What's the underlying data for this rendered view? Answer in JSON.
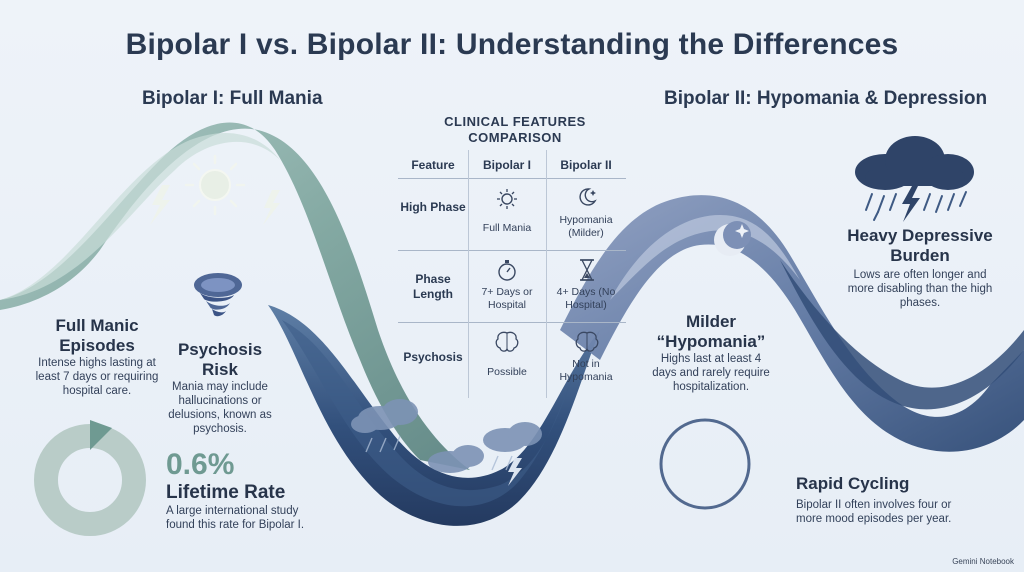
{
  "title": "Bipolar I vs. Bipolar II: Understanding the Differences",
  "left_heading": "Bipolar I: Full Mania",
  "right_heading": "Bipolar II: Hypomania & Depression",
  "table": {
    "title": "CLINICAL FEATURES COMPARISON",
    "headers": [
      "Feature",
      "Bipolar I",
      "Bipolar II"
    ],
    "rows": [
      {
        "feature": "High Phase",
        "bp1": "Full Mania",
        "bp2": "Hypomania (Milder)",
        "bp1_icon": "sun-icon",
        "bp2_icon": "moon-icon"
      },
      {
        "feature": "Phase Length",
        "bp1": "7+ Days or Hospital",
        "bp2": "4+ Days (No Hospital)",
        "bp1_icon": "stopwatch-icon",
        "bp2_icon": "hourglass-icon"
      },
      {
        "feature": "Psychosis",
        "bp1": "Possible",
        "bp2": "Not in Hypomania",
        "bp1_icon": "brain-icon",
        "bp2_icon": "brain-icon"
      }
    ]
  },
  "sections": {
    "full_manic": {
      "heading": "Full Manic Episodes",
      "text": "Intense highs lasting at least 7 days or requiring hospital care."
    },
    "psychosis": {
      "heading": "Psychosis Risk",
      "text": "Mania may include hallucinations or delusions, known as psychosis."
    },
    "lifetime": {
      "stat": "0.6%",
      "heading": "Lifetime Rate",
      "text": "A large international study found this rate for Bipolar I.",
      "value_percent": 0.6
    },
    "hypomania": {
      "heading": "Milder “Hypomania”",
      "text": "Highs last at least 4 days and rarely require hospitalization."
    },
    "depressive": {
      "heading": "Heavy Depressive Burden",
      "text": "Lows are often longer and more disabling than the high phases."
    },
    "rapid": {
      "heading": "Rapid Cycling",
      "text": "Bipolar II often involves four or more mood episodes per year."
    }
  },
  "credit": "Gemini Notebook",
  "colors": {
    "wave_light": "#8fb4b0",
    "wave_dark": "#2c4670",
    "text": "#2b3a52",
    "accent": "#7ea59e"
  }
}
